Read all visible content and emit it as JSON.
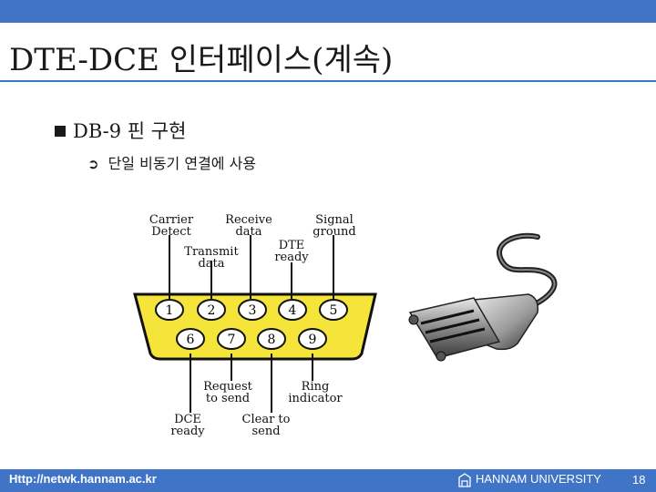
{
  "title": "DTE-DCE 인터페이스(계속)",
  "bullets": {
    "level1": "DB-9 핀 구현",
    "level2": "단일 비동기 연결에 사용"
  },
  "diagram": {
    "pins_top": [
      "1",
      "2",
      "3",
      "4",
      "5"
    ],
    "pins_bottom": [
      "6",
      "7",
      "8",
      "9"
    ],
    "labels": {
      "carrier_detect": [
        "Carrier",
        "Detect"
      ],
      "receive_data": [
        "Receive",
        "data"
      ],
      "signal_ground": [
        "Signal",
        "ground"
      ],
      "transmit_data": [
        "Transmit",
        "data"
      ],
      "dte_ready": [
        "DTE",
        "ready"
      ],
      "request_to_send": [
        "Request",
        "to send"
      ],
      "ring_indicator": [
        "Ring",
        "indicator"
      ],
      "dce_ready": [
        "DCE",
        "ready"
      ],
      "clear_to_send": [
        "Clear to",
        "send"
      ]
    },
    "colors": {
      "connector": "#f5e43a",
      "outline": "#111111"
    }
  },
  "footer": {
    "url": "Http://netwk.hannam.ac.kr",
    "university": "HANNAM UNIVERSITY",
    "page": "18"
  },
  "colors": {
    "accent": "#3f74c6"
  }
}
